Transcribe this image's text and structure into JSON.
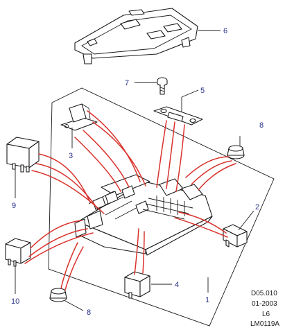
{
  "colors": {
    "line": "#1a1a1a",
    "wire": "#d8312b",
    "callout": "#27308a"
  },
  "callouts": {
    "c1": "1",
    "c2": "2",
    "c3": "3",
    "c4": "4",
    "c5": "5",
    "c6": "6",
    "c7": "7",
    "c8a": "8",
    "c8b": "8",
    "c9": "9",
    "c10": "10"
  },
  "reference": {
    "diagram_code": "D05.010",
    "date": "01-2003",
    "model": "L6",
    "sheet_id": "LM0119A"
  }
}
